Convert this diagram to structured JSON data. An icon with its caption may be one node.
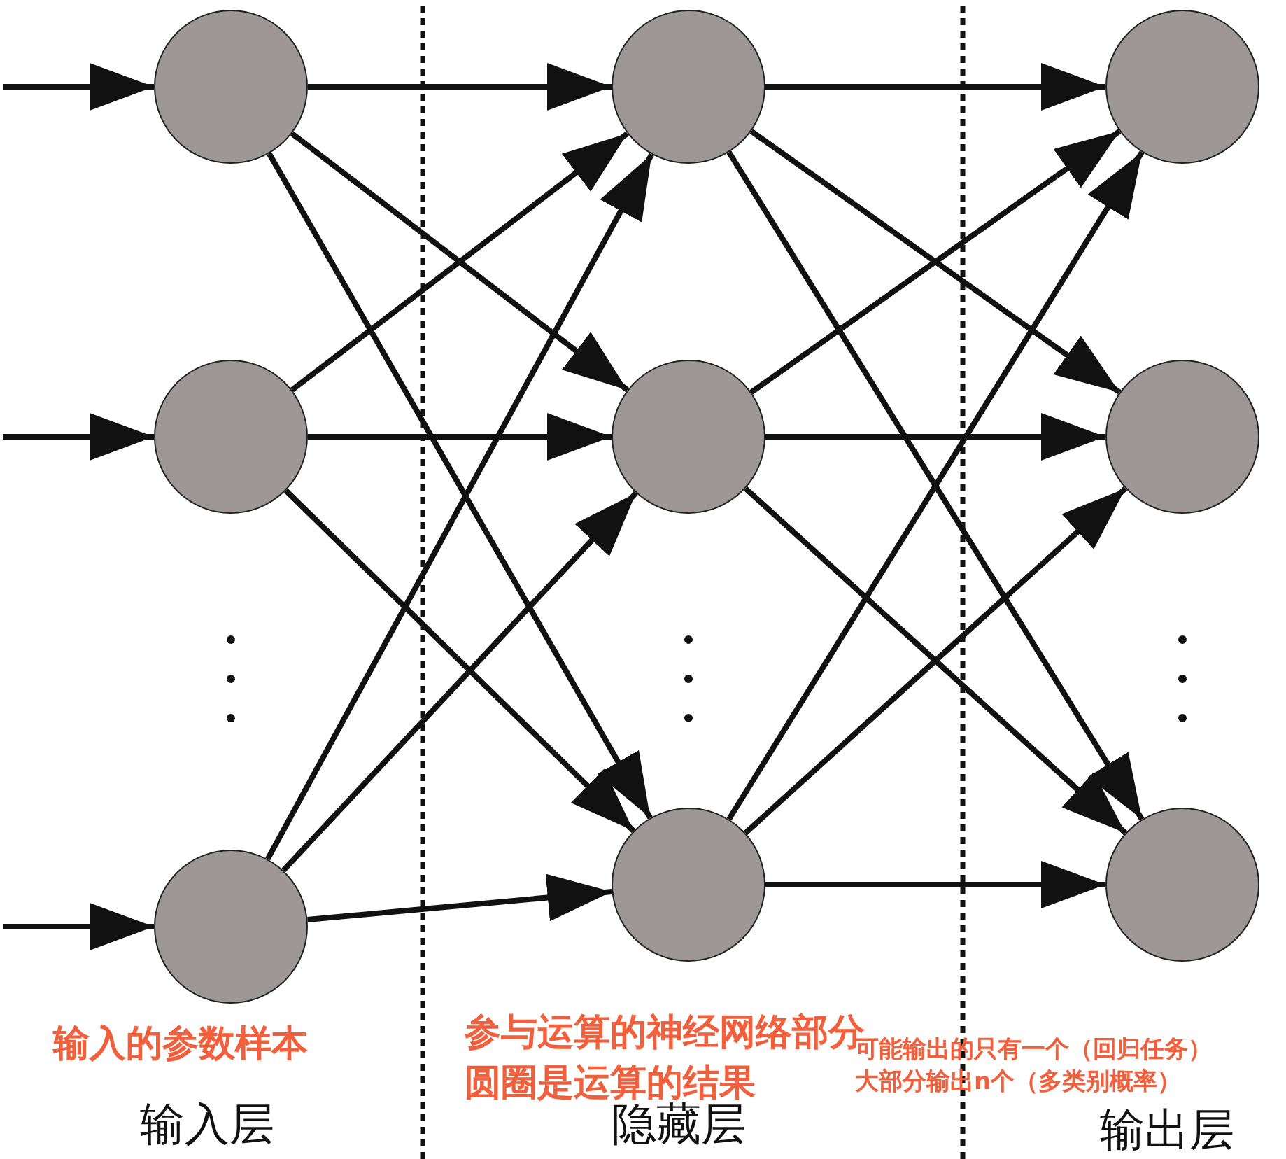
{
  "diagram": {
    "nodes": [
      {
        "text": [],
        "shape": "circle"
      },
      {
        "text": [],
        "shape": "circle"
      },
      {
        "text": [],
        "shape": "circle"
      },
      {
        "text": [],
        "shape": "circle"
      },
      {
        "text": [],
        "shape": "circle"
      },
      {
        "text": [],
        "shape": "circle"
      },
      {
        "text": [],
        "shape": "circle"
      },
      {
        "text": [],
        "shape": "circle"
      },
      {
        "text": [],
        "shape": "circle"
      }
    ],
    "edges": [
      {
        "from": null,
        "to": 0,
        "arrow": "to"
      },
      {
        "from": null,
        "to": 1,
        "arrow": "to"
      },
      {
        "from": null,
        "to": 2,
        "arrow": "to"
      },
      {
        "from": 0,
        "to": 3,
        "arrow": "to"
      },
      {
        "from": 0,
        "to": 4,
        "arrow": "to"
      },
      {
        "from": 0,
        "to": 5,
        "arrow": "to"
      },
      {
        "from": 1,
        "to": 3,
        "arrow": "to"
      },
      {
        "from": 1,
        "to": 4,
        "arrow": "to"
      },
      {
        "from": 1,
        "to": 5,
        "arrow": "to"
      },
      {
        "from": 2,
        "to": 3,
        "arrow": "to"
      },
      {
        "from": 2,
        "to": 4,
        "arrow": "to"
      },
      {
        "from": 2,
        "to": 5,
        "arrow": "to"
      },
      {
        "from": 3,
        "to": 6,
        "arrow": "to"
      },
      {
        "from": 3,
        "to": 7,
        "arrow": "to"
      },
      {
        "from": 3,
        "to": 8,
        "arrow": "to"
      },
      {
        "from": 4,
        "to": 6,
        "arrow": "to"
      },
      {
        "from": 4,
        "to": 7,
        "arrow": "to"
      },
      {
        "from": 4,
        "to": 8,
        "arrow": "to"
      },
      {
        "from": 5,
        "to": 6,
        "arrow": "to"
      },
      {
        "from": 5,
        "to": 7,
        "arrow": "to"
      },
      {
        "from": 5,
        "to": 8,
        "arrow": "to"
      }
    ],
    "labels": [
      "输入的参数样本",
      "参与运算的神经网络部分",
      "圆圈是运算的结果",
      "可能输出的只有一个（回归任务）",
      "大部分输出n个（多类别概率）",
      "输入层",
      "隐藏层",
      "输出层"
    ]
  }
}
